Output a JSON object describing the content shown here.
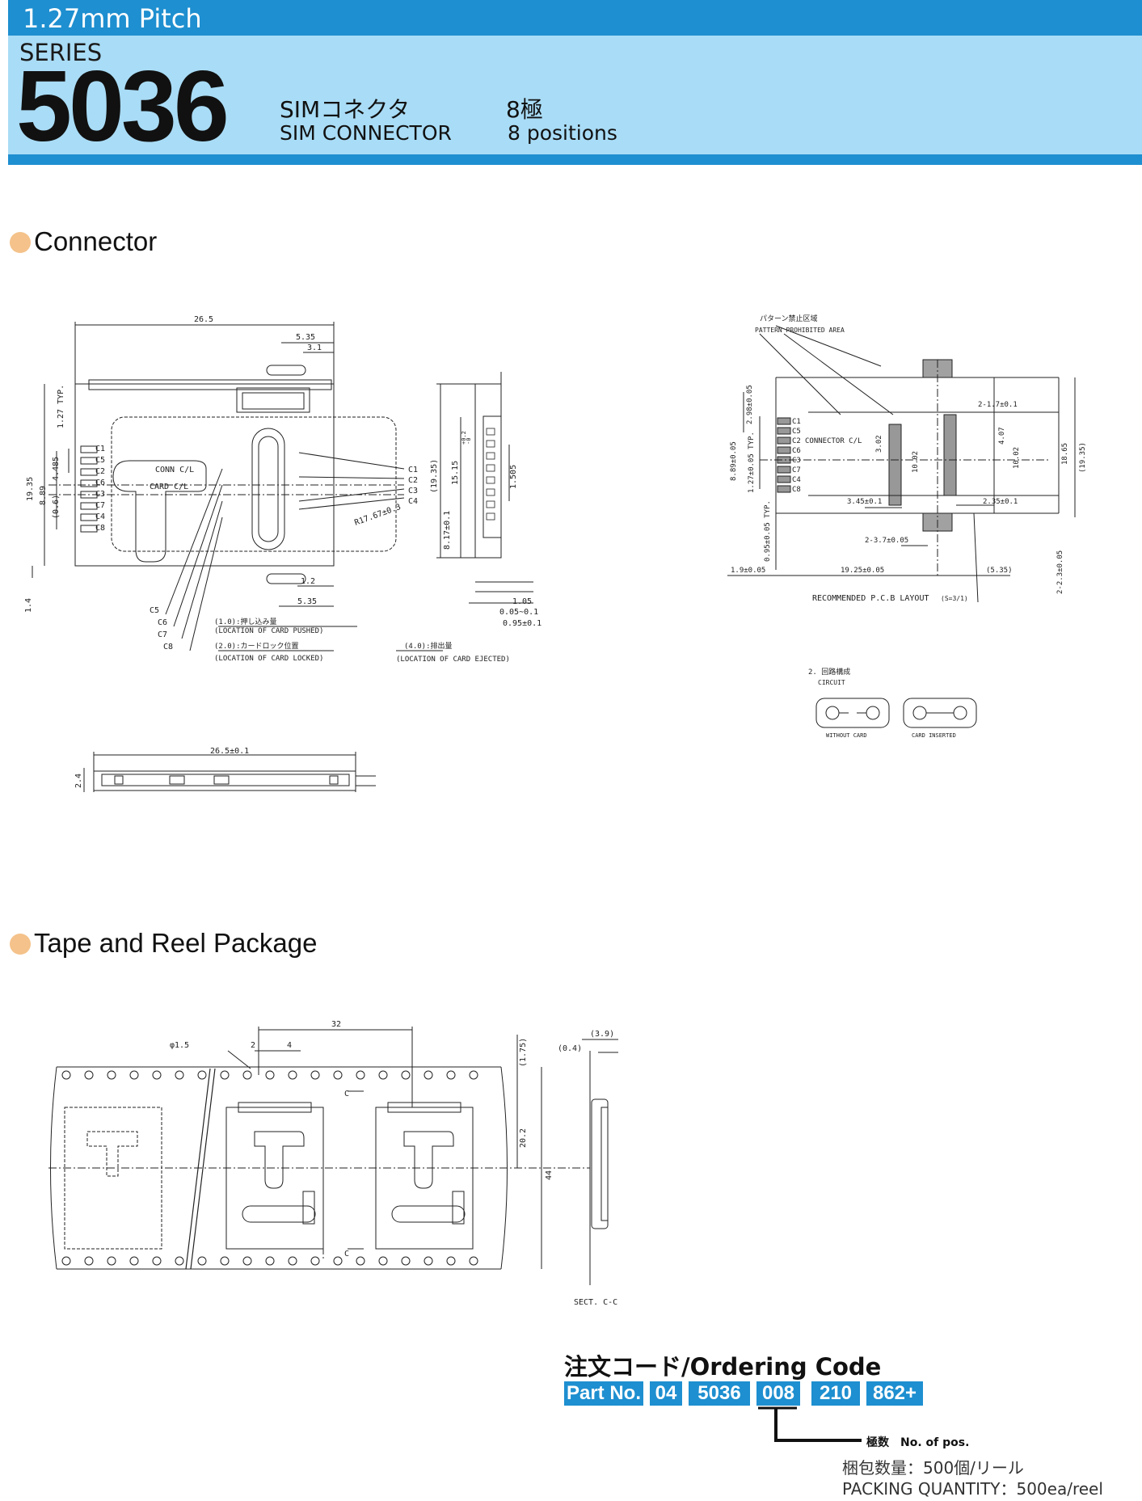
{
  "header": {
    "pitch": "1.27mm Pitch",
    "series_label": "SERIES",
    "series_number": "5036",
    "product_jp": "SIMコネクタ",
    "product_en": "SIM CONNECTOR",
    "positions_jp": "8極",
    "positions_en": "8 positions"
  },
  "colors": {
    "header_blue": "#1e8fd0",
    "header_light": "#a9dcf6",
    "bullet": "#f4c28a"
  },
  "sections": {
    "connector": "Connector",
    "tape_reel": "Tape and Reel Package"
  },
  "drawing_connector": {
    "dims": [
      "26.5",
      "5.35",
      "3.1",
      "1.27 TYP.",
      "19.35",
      "4.485",
      "8.89",
      "(0.6)",
      "1.4",
      "1.2",
      "5.35",
      "(19.35)",
      "15.15",
      "+0.2",
      "-0",
      "8.17±0.1",
      "1.505",
      "R17.67±0.3",
      "1.05",
      "0.05~0.1",
      "0.95±0.1"
    ],
    "pins_left": [
      "C1",
      "C5",
      "C2",
      "C6",
      "C3",
      "C7",
      "C4",
      "C8"
    ],
    "pins_right": [
      "C1",
      "C2",
      "C3",
      "C4"
    ],
    "pins_bottom": [
      "C5",
      "C6",
      "C7",
      "C8"
    ],
    "conn_cl": "CONN C/L",
    "card_cl": "CARD C/L",
    "loc1_jp": "(1.0):押し込み量",
    "loc1_en": "(LOCATION OF CARD PUSHED)",
    "loc2_jp": "(2.0):カードロック位置",
    "loc2_en": "(LOCATION OF CARD LOCKED)",
    "loc4_jp": "(4.0):排出量",
    "loc4_en": "(LOCATION OF CARD EJECTED)",
    "side_dims": [
      "26.5±0.1",
      "2.4"
    ]
  },
  "drawing_pcb": {
    "pattern_jp": "パターン禁止区域",
    "pattern_en": "PATTERN PROHIBITED AREA",
    "pins": [
      "C1",
      "C5",
      "C2",
      "C6",
      "C3",
      "C7",
      "C4",
      "C8"
    ],
    "connector_cl": "CONNECTOR C/L",
    "dims": [
      "2.98±0.05",
      "8.89±0.05",
      "1.27±0.05 TYP.",
      "0.95±0.05 TYP.",
      "3.02",
      "10.02",
      "4.07",
      "10.02",
      "18.65",
      "(19.35)",
      "2-1.7±0.1",
      "3.45±0.1",
      "2.35±0.1",
      "2-3.7±0.05",
      "1.9±0.05",
      "19.25±0.05",
      "(5.35)",
      "2-2.3±0.05"
    ],
    "title": "RECOMMENDED P.C.B LAYOUT",
    "scale": "(S=3/1)",
    "circuit_jp": "2. 回路構成",
    "circuit_en": "CIRCUIT",
    "without_card": "WITHOUT CARD",
    "card_inserted": "CARD INSERTED"
  },
  "drawing_tape": {
    "dims": [
      "φ1.5",
      "2",
      "4",
      "32",
      "(1.75)",
      "20.2",
      "44",
      "(3.9)",
      "(0.4)"
    ],
    "section_mark": "C",
    "section_label": "SECT. C-C"
  },
  "ordering": {
    "title": "注文コード/Ordering Code",
    "part_no": "Part No.",
    "codes": [
      "04",
      "5036",
      "008",
      "210",
      "862+"
    ],
    "no_pos_jp": "極数",
    "no_pos_en": "No. of pos.",
    "packing_jp": "梱包数量：500個/リール",
    "packing_en": "PACKING QUANTITY：500ea/reel"
  }
}
